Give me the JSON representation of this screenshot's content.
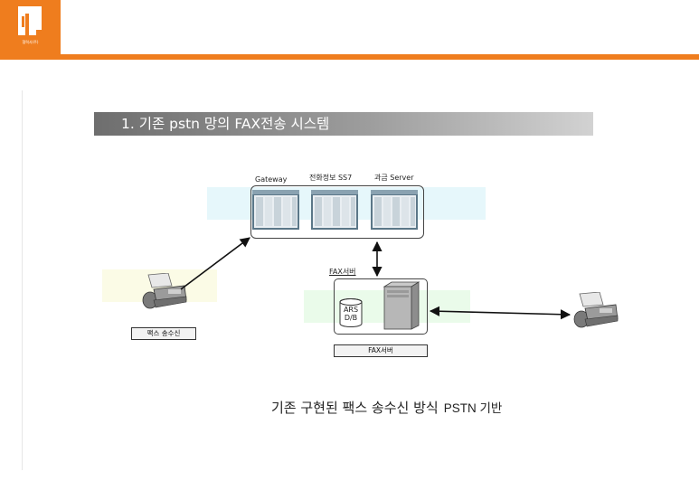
{
  "header": {
    "logo_caption": "협력사(주)",
    "accent_color": "#ef7d1e"
  },
  "section": {
    "title": "1. 기존 pstn 망의 FAX전송 시스템"
  },
  "diagram": {
    "server_labels": {
      "gateway": "Gateway",
      "ss7": "전화정보 SS7",
      "billing": "과금 Server"
    },
    "fax_server_label": "FAX서버",
    "ars_db": {
      "line1": "ARS",
      "line2": "D/B"
    },
    "fax_server_caption": "FAX서버",
    "fax_sender_caption": "팩스 송수신",
    "icons": [
      "fax-machine-icon",
      "server-rack-icon",
      "database-icon",
      "server-tower-icon"
    ]
  },
  "caption": {
    "text": "기존 구현된 팩스 송수신 방식",
    "suffix": "PSTN 기반"
  }
}
